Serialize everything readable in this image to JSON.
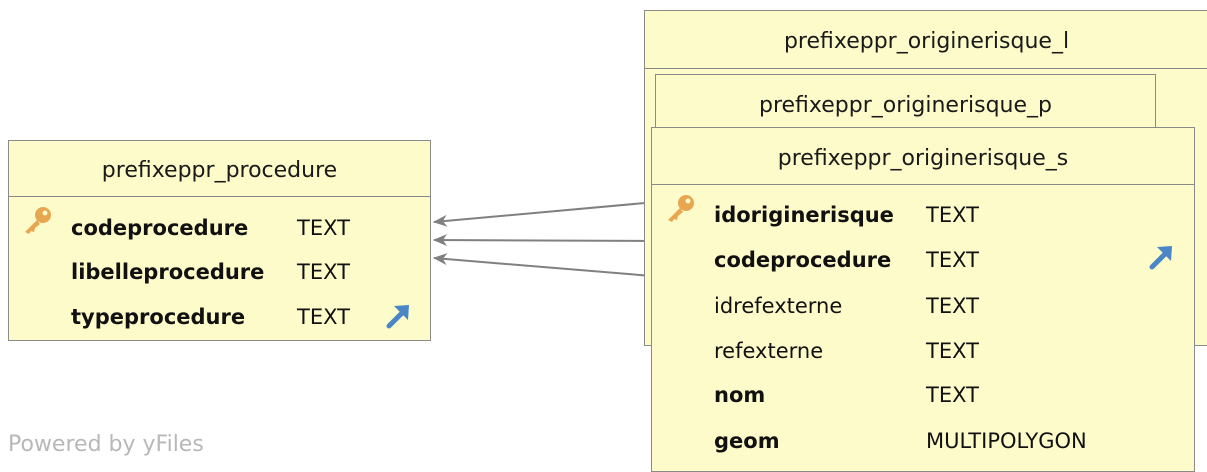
{
  "powered_by": "Powered by yFiles",
  "colors": {
    "header_bg": "#fdfbc9",
    "border": "#8a8a8a",
    "edge": "#808080",
    "key_icon": "#e8a650",
    "fk_icon": "#4a86c5"
  },
  "tables": {
    "procedure": {
      "title": "prefixeppr_procedure",
      "columns": [
        {
          "name": "codeprocedure",
          "type": "TEXT",
          "bold": true,
          "pk": true
        },
        {
          "name": "libelleprocedure",
          "type": "TEXT",
          "bold": true
        },
        {
          "name": "typeprocedure",
          "type": "TEXT",
          "bold": true,
          "fk": true
        }
      ]
    },
    "origine_l": {
      "title": "prefixeppr_originerisque_l"
    },
    "origine_p": {
      "title": "prefixeppr_originerisque_p"
    },
    "origine_s": {
      "title": "prefixeppr_originerisque_s",
      "columns": [
        {
          "name": "idoriginerisque",
          "type": "TEXT",
          "bold": true,
          "pk": true
        },
        {
          "name": "codeprocedure",
          "type": "TEXT",
          "bold": true,
          "fk": true
        },
        {
          "name": "idrefexterne",
          "type": "TEXT",
          "bold": false
        },
        {
          "name": "refexterne",
          "type": "TEXT",
          "bold": false
        },
        {
          "name": "nom",
          "type": "TEXT",
          "bold": true
        },
        {
          "name": "geom",
          "type": "MULTIPOLYGON",
          "bold": true
        }
      ]
    }
  }
}
